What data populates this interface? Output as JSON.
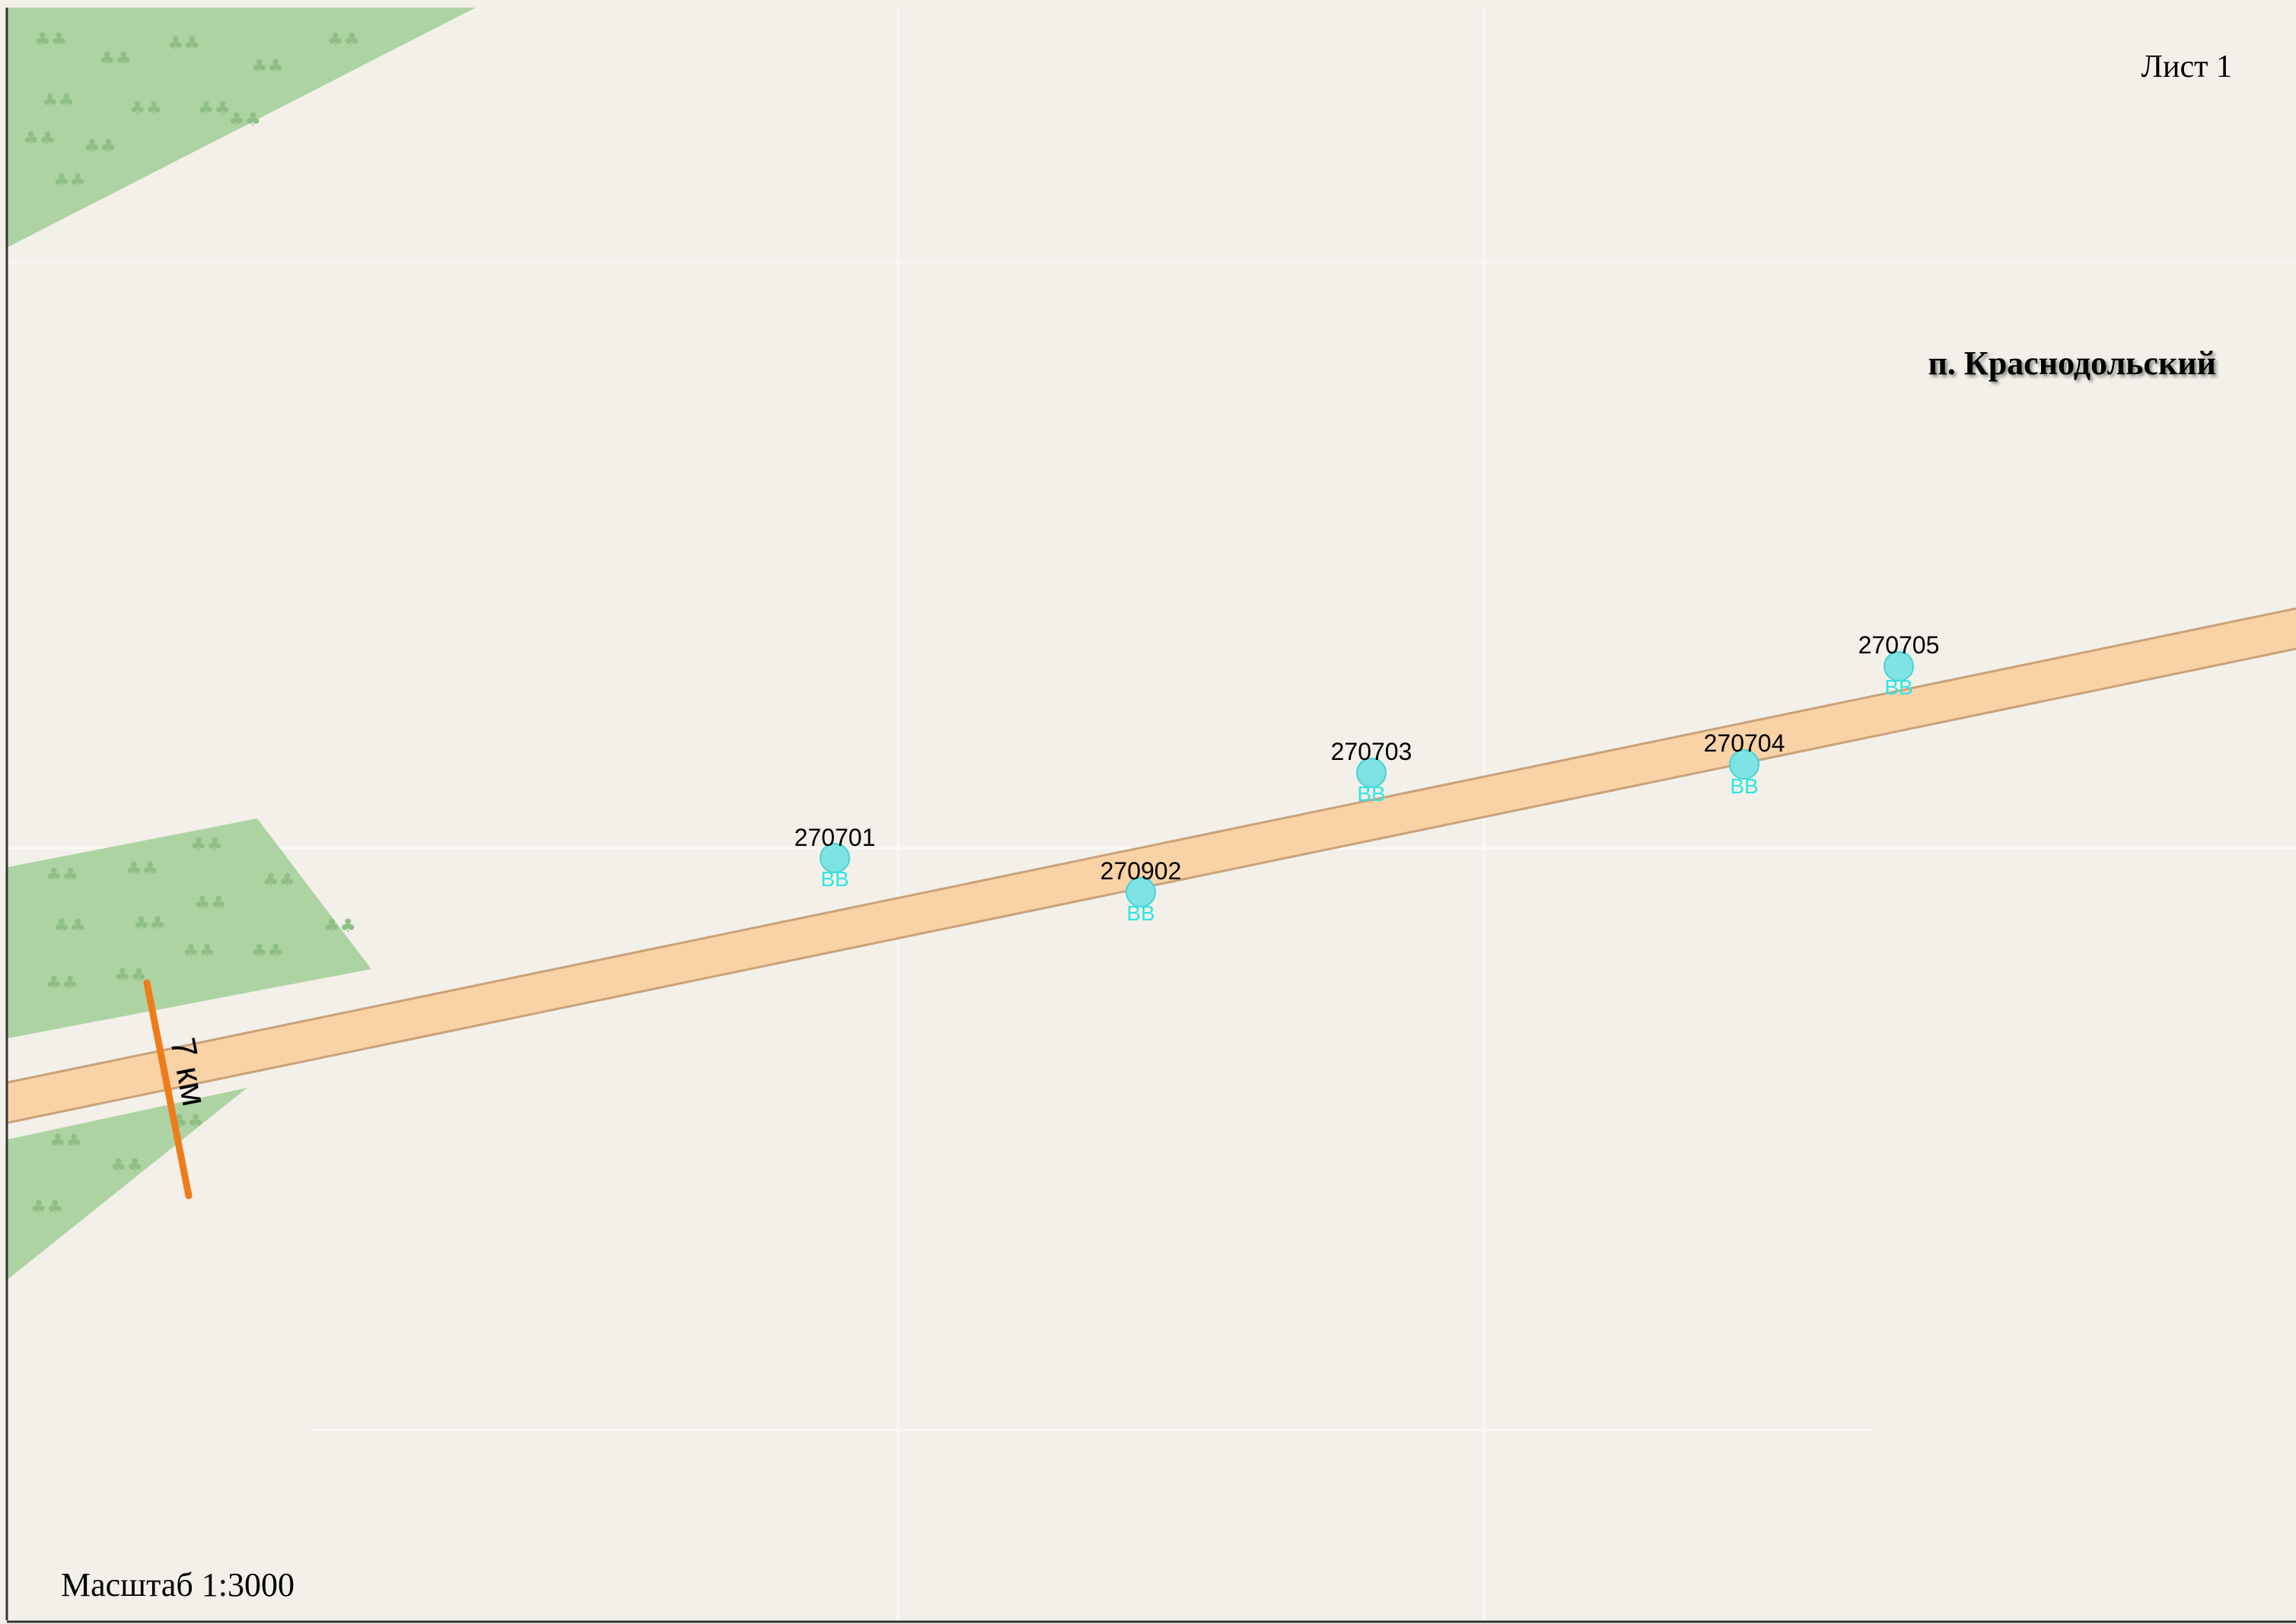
{
  "sheet": {
    "label": "Лист 1"
  },
  "settlement": {
    "name": "п. Краснодольский"
  },
  "scale": {
    "label": "Масштаб 1:3000"
  },
  "colors": {
    "background": "#f2f0e9",
    "forest": "#aed3a2",
    "forest_symbol": "#8fbf84",
    "road_fill": "#f9d3a6",
    "road_edge": "#c9a27a",
    "point_fill": "#7fe3e3",
    "point_stroke": "#49d3d3",
    "point_type_text": "#2ee6e6",
    "km_marker": "#ef7c1a",
    "frame": "#333333"
  },
  "km_marker": {
    "label": "7 км"
  },
  "points": [
    {
      "id": "270701",
      "type": "ВВ"
    },
    {
      "id": "270902",
      "type": "ВВ"
    },
    {
      "id": "270703",
      "type": "ВВ"
    },
    {
      "id": "270704",
      "type": "ВВ"
    },
    {
      "id": "270705",
      "type": "ВВ"
    }
  ],
  "icons": {
    "point": "hydrant-circle-icon",
    "forest_symbol": "tree-icon"
  }
}
